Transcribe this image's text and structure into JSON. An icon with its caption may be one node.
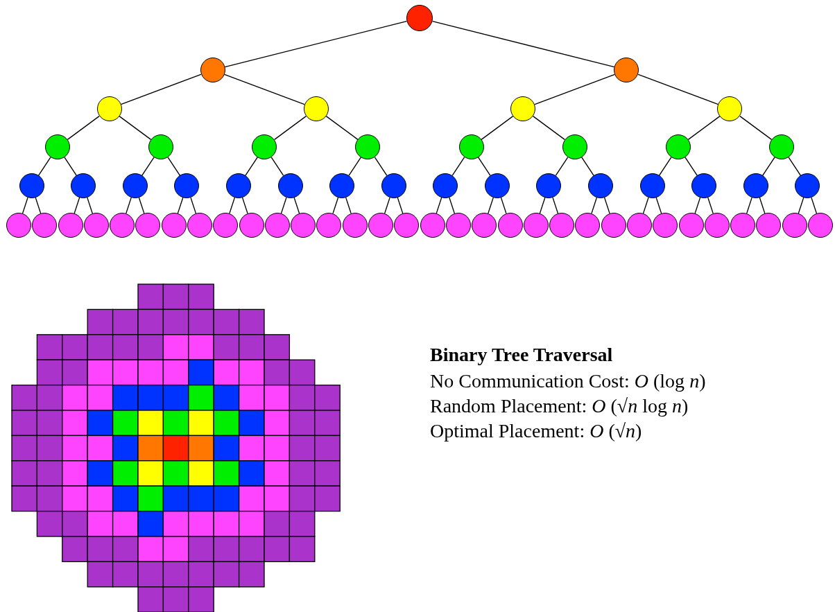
{
  "diagram": {
    "nodes": [
      {
        "text": [],
        "shape": "circle"
      },
      {
        "text": [],
        "shape": "circle"
      },
      {
        "text": [],
        "shape": "circle"
      },
      {
        "text": [],
        "shape": "circle"
      },
      {
        "text": [],
        "shape": "circle"
      },
      {
        "text": [],
        "shape": "circle"
      },
      {
        "text": [],
        "shape": "circle"
      },
      {
        "text": [],
        "shape": "circle"
      },
      {
        "text": [],
        "shape": "circle"
      },
      {
        "text": [],
        "shape": "circle"
      },
      {
        "text": [],
        "shape": "circle"
      },
      {
        "text": [],
        "shape": "circle"
      },
      {
        "text": [],
        "shape": "circle"
      },
      {
        "text": [],
        "shape": "circle"
      },
      {
        "text": [],
        "shape": "circle"
      },
      {
        "text": [],
        "shape": "circle"
      },
      {
        "text": [],
        "shape": "circle"
      },
      {
        "text": [],
        "shape": "circle"
      },
      {
        "text": [],
        "shape": "circle"
      },
      {
        "text": [],
        "shape": "circle"
      },
      {
        "text": [],
        "shape": "circle"
      },
      {
        "text": [],
        "shape": "circle"
      },
      {
        "text": [],
        "shape": "circle"
      },
      {
        "text": [],
        "shape": "circle"
      },
      {
        "text": [],
        "shape": "circle"
      },
      {
        "text": [],
        "shape": "circle"
      },
      {
        "text": [],
        "shape": "circle"
      },
      {
        "text": [],
        "shape": "circle"
      },
      {
        "text": [],
        "shape": "circle"
      },
      {
        "text": [],
        "shape": "circle"
      },
      {
        "text": [],
        "shape": "circle"
      },
      {
        "text": [],
        "shape": "circle"
      },
      {
        "text": [],
        "shape": "circle"
      },
      {
        "text": [],
        "shape": "circle"
      },
      {
        "text": [],
        "shape": "circle"
      },
      {
        "text": [],
        "shape": "circle"
      },
      {
        "text": [],
        "shape": "circle"
      },
      {
        "text": [],
        "shape": "circle"
      },
      {
        "text": [],
        "shape": "circle"
      },
      {
        "text": [],
        "shape": "circle"
      },
      {
        "text": [],
        "shape": "circle"
      },
      {
        "text": [],
        "shape": "circle"
      },
      {
        "text": [],
        "shape": "circle"
      },
      {
        "text": [],
        "shape": "circle"
      },
      {
        "text": [],
        "shape": "circle"
      },
      {
        "text": [],
        "shape": "circle"
      },
      {
        "text": [],
        "shape": "circle"
      },
      {
        "text": [],
        "shape": "circle"
      },
      {
        "text": [],
        "shape": "circle"
      },
      {
        "text": [],
        "shape": "circle"
      },
      {
        "text": [],
        "shape": "circle"
      },
      {
        "text": [],
        "shape": "circle"
      },
      {
        "text": [],
        "shape": "circle"
      },
      {
        "text": [],
        "shape": "circle"
      },
      {
        "text": [],
        "shape": "circle"
      },
      {
        "text": [],
        "shape": "circle"
      },
      {
        "text": [],
        "shape": "circle"
      },
      {
        "text": [],
        "shape": "circle"
      },
      {
        "text": [],
        "shape": "circle"
      },
      {
        "text": [],
        "shape": "circle"
      },
      {
        "text": [],
        "shape": "circle"
      },
      {
        "text": [],
        "shape": "circle"
      },
      {
        "text": [],
        "shape": "circle"
      }
    ],
    "edges": [
      {
        "from": 0,
        "to": 1,
        "arrow": "none"
      },
      {
        "from": 0,
        "to": 2,
        "arrow": "none"
      },
      {
        "from": 1,
        "to": 3,
        "arrow": "none"
      },
      {
        "from": 1,
        "to": 4,
        "arrow": "none"
      },
      {
        "from": 2,
        "to": 5,
        "arrow": "none"
      },
      {
        "from": 2,
        "to": 6,
        "arrow": "none"
      },
      {
        "from": 3,
        "to": 7,
        "arrow": "none"
      },
      {
        "from": 3,
        "to": 8,
        "arrow": "none"
      },
      {
        "from": 4,
        "to": 9,
        "arrow": "none"
      },
      {
        "from": 4,
        "to": 10,
        "arrow": "none"
      },
      {
        "from": 5,
        "to": 11,
        "arrow": "none"
      },
      {
        "from": 5,
        "to": 12,
        "arrow": "none"
      },
      {
        "from": 6,
        "to": 13,
        "arrow": "none"
      },
      {
        "from": 6,
        "to": 14,
        "arrow": "none"
      },
      {
        "from": 7,
        "to": 15,
        "arrow": "none"
      },
      {
        "from": 7,
        "to": 16,
        "arrow": "none"
      },
      {
        "from": 8,
        "to": 17,
        "arrow": "none"
      },
      {
        "from": 8,
        "to": 18,
        "arrow": "none"
      },
      {
        "from": 9,
        "to": 19,
        "arrow": "none"
      },
      {
        "from": 9,
        "to": 20,
        "arrow": "none"
      },
      {
        "from": 10,
        "to": 21,
        "arrow": "none"
      },
      {
        "from": 10,
        "to": 22,
        "arrow": "none"
      },
      {
        "from": 11,
        "to": 23,
        "arrow": "none"
      },
      {
        "from": 11,
        "to": 24,
        "arrow": "none"
      },
      {
        "from": 12,
        "to": 25,
        "arrow": "none"
      },
      {
        "from": 12,
        "to": 26,
        "arrow": "none"
      },
      {
        "from": 13,
        "to": 27,
        "arrow": "none"
      },
      {
        "from": 13,
        "to": 28,
        "arrow": "none"
      },
      {
        "from": 14,
        "to": 29,
        "arrow": "none"
      },
      {
        "from": 14,
        "to": 30,
        "arrow": "none"
      },
      {
        "from": 15,
        "to": 31,
        "arrow": "none"
      },
      {
        "from": 15,
        "to": 32,
        "arrow": "none"
      },
      {
        "from": 16,
        "to": 33,
        "arrow": "none"
      },
      {
        "from": 16,
        "to": 34,
        "arrow": "none"
      },
      {
        "from": 17,
        "to": 35,
        "arrow": "none"
      },
      {
        "from": 17,
        "to": 36,
        "arrow": "none"
      },
      {
        "from": 18,
        "to": 37,
        "arrow": "none"
      },
      {
        "from": 18,
        "to": 38,
        "arrow": "none"
      },
      {
        "from": 19,
        "to": 39,
        "arrow": "none"
      },
      {
        "from": 19,
        "to": 40,
        "arrow": "none"
      },
      {
        "from": 20,
        "to": 41,
        "arrow": "none"
      },
      {
        "from": 20,
        "to": 42,
        "arrow": "none"
      },
      {
        "from": 21,
        "to": 43,
        "arrow": "none"
      },
      {
        "from": 21,
        "to": 44,
        "arrow": "none"
      },
      {
        "from": 22,
        "to": 45,
        "arrow": "none"
      },
      {
        "from": 22,
        "to": 46,
        "arrow": "none"
      },
      {
        "from": 23,
        "to": 47,
        "arrow": "none"
      },
      {
        "from": 23,
        "to": 48,
        "arrow": "none"
      },
      {
        "from": 24,
        "to": 49,
        "arrow": "none"
      },
      {
        "from": 24,
        "to": 50,
        "arrow": "none"
      },
      {
        "from": 25,
        "to": 51,
        "arrow": "none"
      },
      {
        "from": 25,
        "to": 52,
        "arrow": "none"
      },
      {
        "from": 26,
        "to": 53,
        "arrow": "none"
      },
      {
        "from": 26,
        "to": 54,
        "arrow": "none"
      },
      {
        "from": 27,
        "to": 55,
        "arrow": "none"
      },
      {
        "from": 27,
        "to": 56,
        "arrow": "none"
      },
      {
        "from": 28,
        "to": 57,
        "arrow": "none"
      },
      {
        "from": 28,
        "to": 58,
        "arrow": "none"
      },
      {
        "from": 29,
        "to": 59,
        "arrow": "none"
      },
      {
        "from": 29,
        "to": 60,
        "arrow": "none"
      },
      {
        "from": 30,
        "to": 61,
        "arrow": "none"
      },
      {
        "from": 30,
        "to": 62,
        "arrow": "none"
      }
    ],
    "labels": [
      "Binary Tree Traversal",
      "No Communication Cost: *O* (log *n*)",
      "Random Placement: *O* (√*n* log *n*)",
      "Optimal Placement: *O* (√*n*)"
    ]
  }
}
